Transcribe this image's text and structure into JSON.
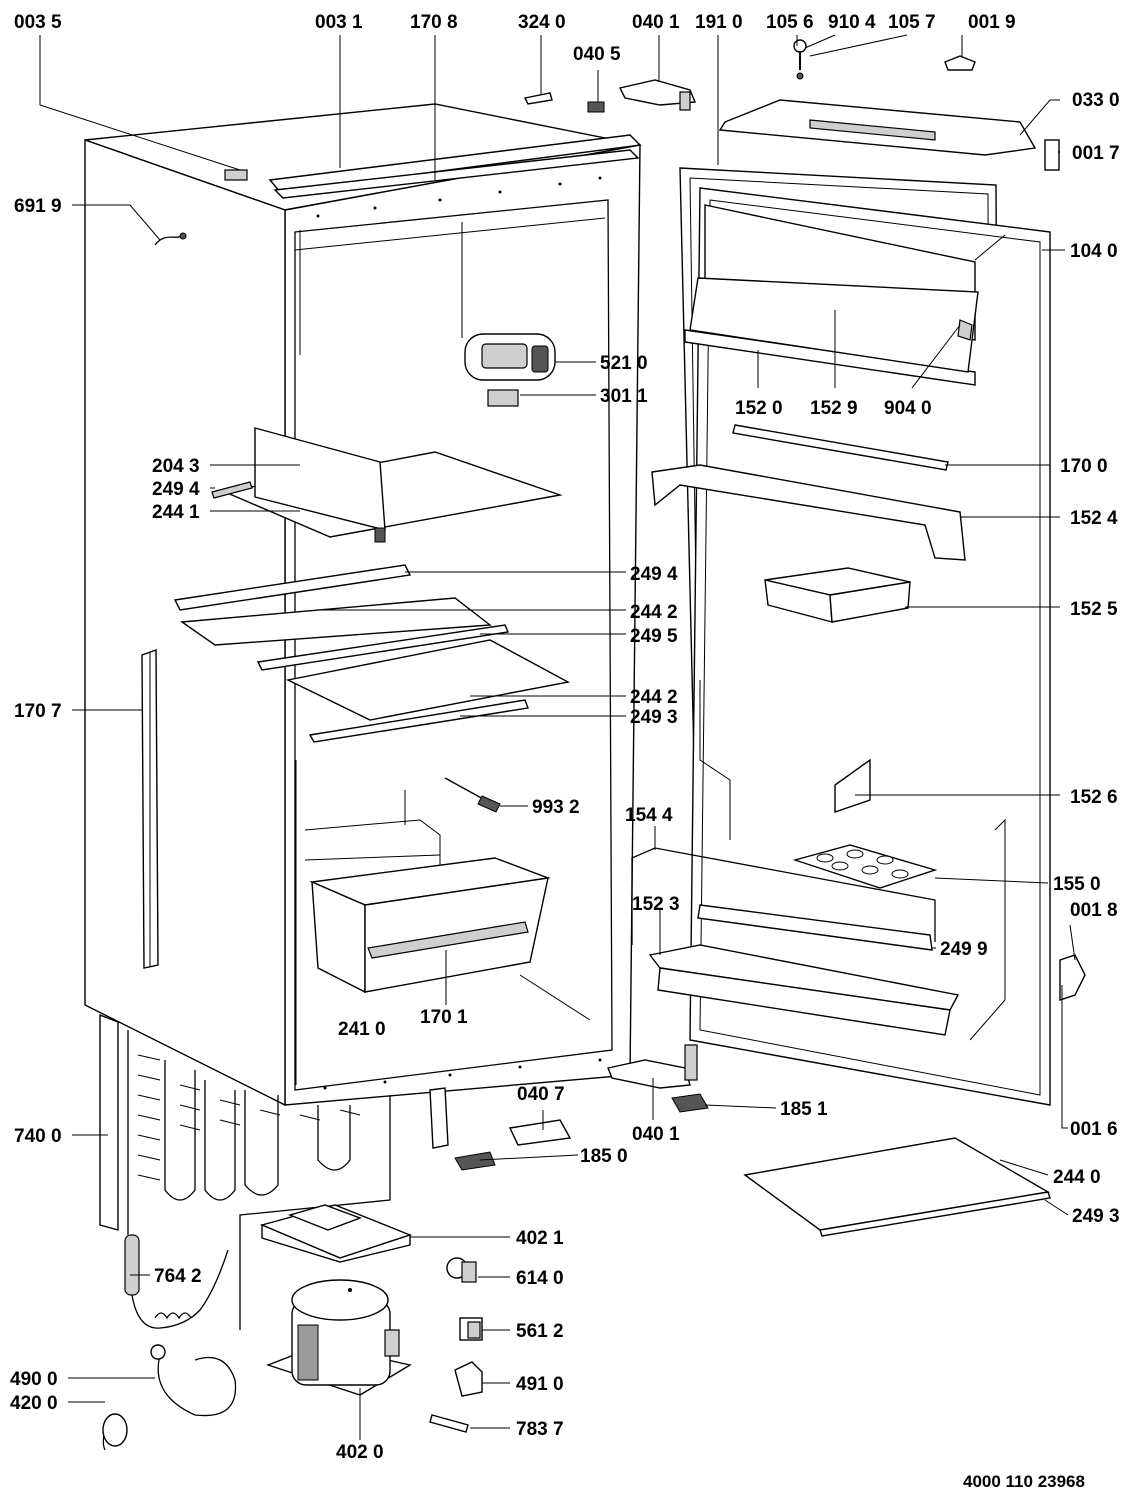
{
  "labels": {
    "l0035": "003 5",
    "l0031": "003 1",
    "l1708": "170 8",
    "l3240": "324 0",
    "l0405": "040 5",
    "l0401_top": "040 1",
    "l1910": "191 0",
    "l1056": "105 6",
    "l9104": "910 4",
    "l1057": "105 7",
    "l0019": "001 9",
    "l0330": "033 0",
    "l0017": "001 7",
    "l6919": "691 9",
    "l1040": "104 0",
    "l5210": "521 0",
    "l3011": "301 1",
    "l1520": "152 0",
    "l1529": "152 9",
    "l9040": "904 0",
    "l1700": "170 0",
    "l2043": "204 3",
    "l2494_a": "249 4",
    "l2441": "244 1",
    "l1524": "152 4",
    "l2494_b": "249 4",
    "l1525": "152 5",
    "l2442_a": "244 2",
    "l2495": "249 5",
    "l1707": "170 7",
    "l2442_b": "244 2",
    "l2493_a": "249 3",
    "l9932": "993 2",
    "l1526": "152 6",
    "l1544": "154 4",
    "l1550": "155 0",
    "l1523": "152 3",
    "l0018": "001 8",
    "l2499": "249 9",
    "l2410": "241 0",
    "l1701": "170 1",
    "l0407": "040 7",
    "l1851": "185 1",
    "l7400": "740 0",
    "l0401_bot": "040 1",
    "l0016": "001 6",
    "l1850": "185 0",
    "l2440": "244 0",
    "l2493_b": "249 3",
    "l4021": "402 1",
    "l7642": "764 2",
    "l6140": "614 0",
    "l5612": "561 2",
    "l4900": "490 0",
    "l4910": "491 0",
    "l4200": "420 0",
    "l7837": "783 7",
    "l4020": "402 0",
    "doc_number": "4000 110 23968"
  }
}
